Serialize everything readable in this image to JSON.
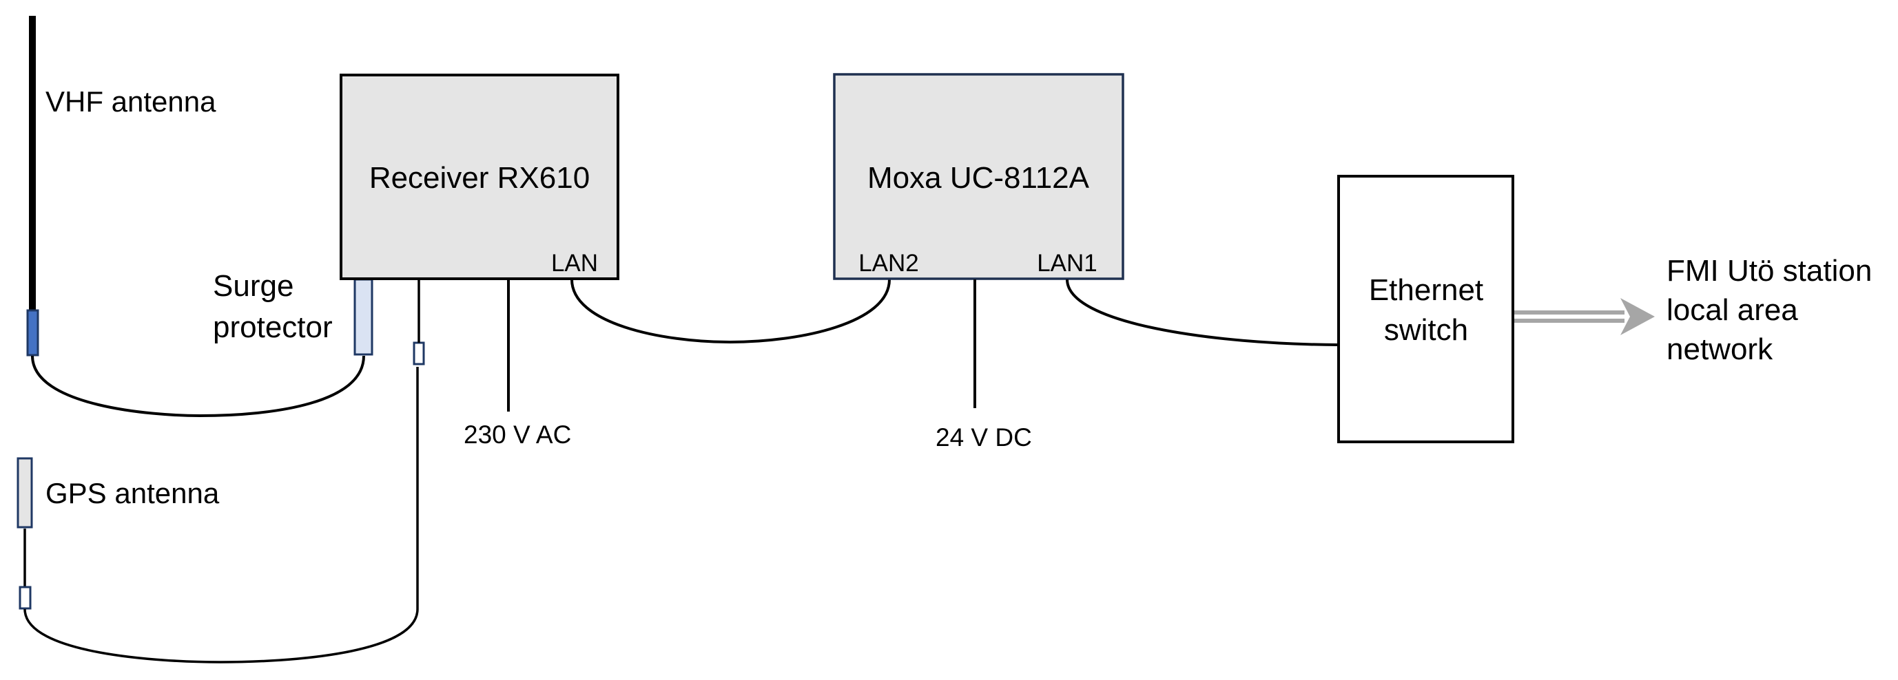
{
  "diagram": {
    "title": "",
    "colors": {
      "device_fill": "#e5e5e5",
      "receiver_border": "#000000",
      "moxa_border": "#1f3050",
      "switch_fill": "#ffffff",
      "vhf_connector": "#4472c4",
      "surge_protector": "#dae3f3",
      "connector_border": "#1f3864",
      "gps_antenna_fill": "#e5e5e5",
      "arrow": "#a6a6a6"
    },
    "components": {
      "vhf_antenna": {
        "label": "VHF antenna"
      },
      "surge_protector": {
        "label_line1": "Surge",
        "label_line2": "protector"
      },
      "gps_antenna": {
        "label": "GPS antenna"
      },
      "receiver": {
        "label": "Receiver RX610",
        "port": "LAN"
      },
      "receiver_power": {
        "label": "230 V AC"
      },
      "moxa": {
        "label": "Moxa UC-8112A",
        "port_left": "LAN2",
        "port_right": "LAN1"
      },
      "moxa_power": {
        "label": "24 V DC"
      },
      "switch": {
        "label_line1": "Ethernet",
        "label_line2": "switch"
      },
      "network": {
        "label_line1": "FMI Utö station",
        "label_line2": "local area",
        "label_line3": "network"
      }
    },
    "connections": [
      {
        "from": "VHF antenna",
        "to": "Surge protector",
        "type": "coax cable"
      },
      {
        "from": "Surge protector",
        "to": "Receiver RX610",
        "type": "direct"
      },
      {
        "from": "GPS antenna",
        "to": "Receiver RX610",
        "type": "coax cable"
      },
      {
        "from": "230 V AC",
        "to": "Receiver RX610",
        "type": "power"
      },
      {
        "from": "Receiver RX610 LAN",
        "to": "Moxa UC-8112A LAN2",
        "type": "ethernet"
      },
      {
        "from": "24 V DC",
        "to": "Moxa UC-8112A",
        "type": "power"
      },
      {
        "from": "Moxa UC-8112A LAN1",
        "to": "Ethernet switch",
        "type": "ethernet"
      },
      {
        "from": "Ethernet switch",
        "to": "FMI Utö station local area network",
        "type": "uplink arrow"
      }
    ]
  }
}
